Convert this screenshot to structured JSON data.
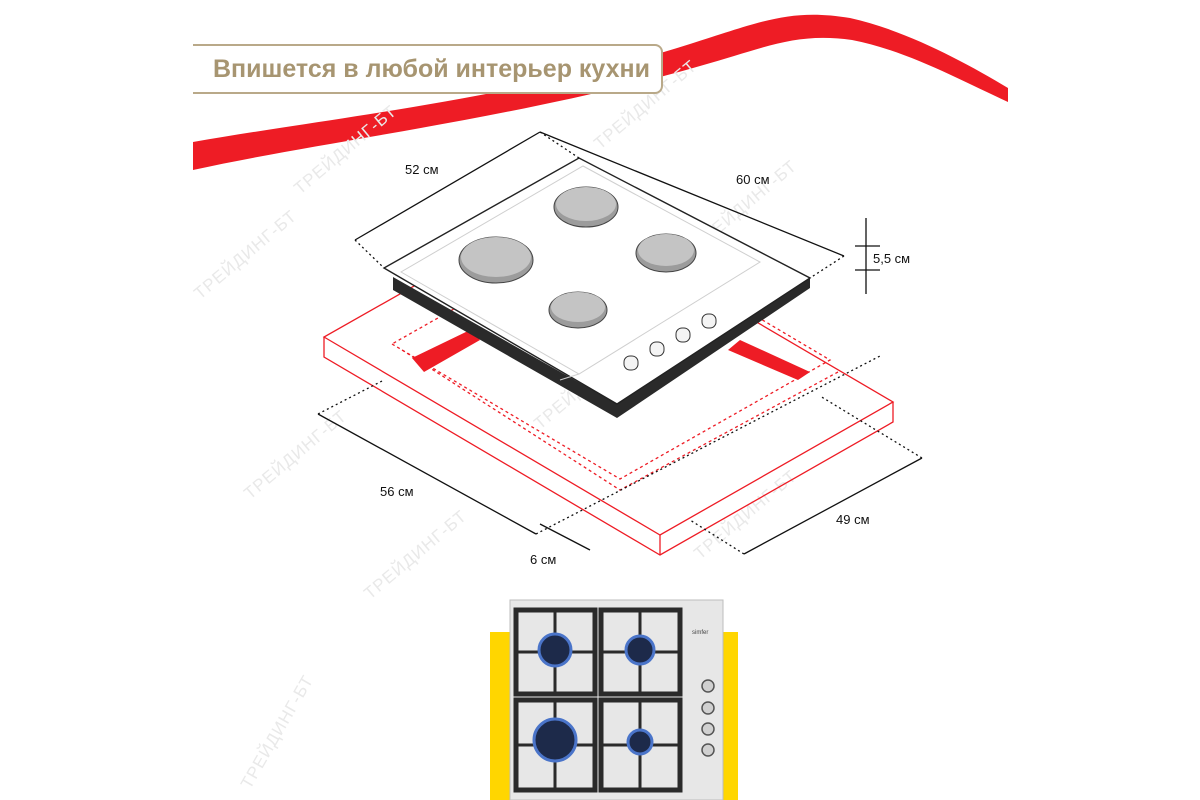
{
  "banner": {
    "title": "Впишется в любой интерьер кухни"
  },
  "dimensions": {
    "depth_top": "52 см",
    "width_top": "60 см",
    "height": "5,5 см",
    "cutout_width": "56 см",
    "cutout_depth": "49 см",
    "gap": "6 см"
  },
  "watermark": "ТРЕЙДИНГ-БТ",
  "product": {
    "brand": "simfer"
  },
  "colors": {
    "accent_red": "#ee1c25",
    "accent_yellow": "#ffd600",
    "banner_gold": "#a79571"
  }
}
